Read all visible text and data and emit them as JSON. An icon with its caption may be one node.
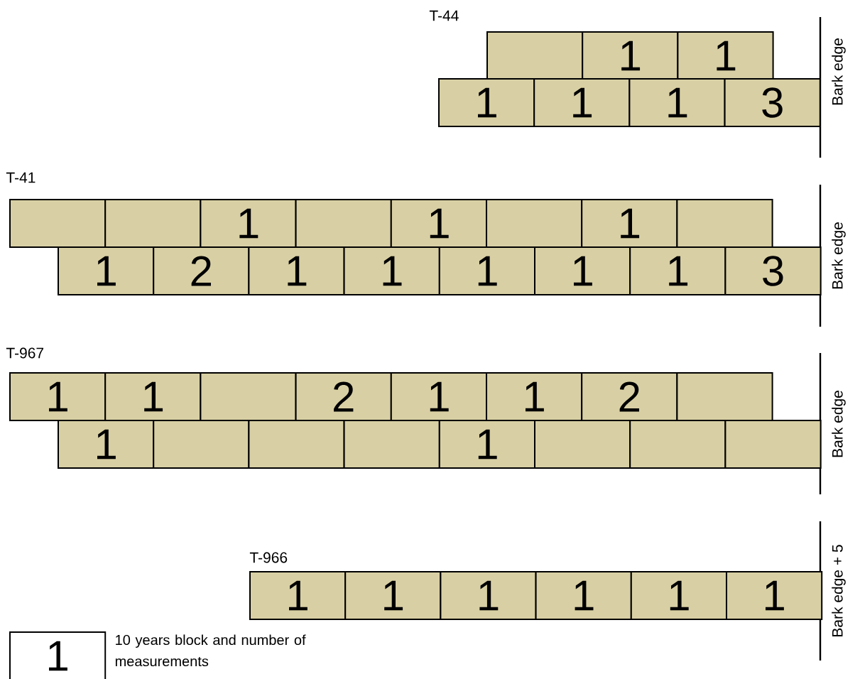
{
  "diagram": {
    "nodes": [
      {
        "text": [],
        "shape": "box"
      },
      {
        "text": [
          "1"
        ]
      },
      {
        "text": [
          "1"
        ]
      },
      {
        "text": [
          "1"
        ]
      },
      {
        "text": [
          "1"
        ]
      },
      {
        "text": [
          "1"
        ]
      },
      {
        "text": [
          "3"
        ]
      },
      {
        "text": [],
        "shape": "box"
      },
      {
        "text": [],
        "shape": "box"
      },
      {
        "text": [
          "1"
        ]
      },
      {
        "text": [],
        "shape": "box"
      },
      {
        "text": [
          "1"
        ]
      },
      {
        "text": [],
        "shape": "box"
      },
      {
        "text": [
          "1"
        ]
      },
      {
        "text": [],
        "shape": "box"
      },
      {
        "text": [
          "1"
        ]
      },
      {
        "text": [
          "2"
        ]
      },
      {
        "text": [
          "1"
        ]
      },
      {
        "text": [
          "1"
        ]
      },
      {
        "text": [
          "1"
        ]
      },
      {
        "text": [
          "1"
        ]
      },
      {
        "text": [
          "1"
        ]
      },
      {
        "text": [
          "3"
        ]
      },
      {
        "text": [
          "1"
        ]
      },
      {
        "text": [
          "1"
        ]
      },
      {
        "text": [],
        "shape": "box"
      },
      {
        "text": [
          "2"
        ]
      },
      {
        "text": [
          "1"
        ]
      },
      {
        "text": [
          "1"
        ]
      },
      {
        "text": [
          "2"
        ]
      },
      {
        "text": [],
        "shape": "box"
      },
      {
        "text": [
          "1"
        ]
      },
      {
        "text": [],
        "shape": "box"
      },
      {
        "text": [],
        "shape": "box"
      },
      {
        "text": [],
        "shape": "box"
      },
      {
        "text": [
          "1"
        ]
      },
      {
        "text": [],
        "shape": "box"
      },
      {
        "text": [],
        "shape": "box"
      },
      {
        "text": [],
        "shape": "box"
      },
      {
        "text": [
          "1"
        ]
      },
      {
        "text": [
          "1"
        ]
      },
      {
        "text": [
          "1"
        ]
      },
      {
        "text": [
          "1"
        ]
      },
      {
        "text": [
          "1"
        ]
      },
      {
        "text": [
          "1"
        ]
      },
      {
        "text": [
          "1"
        ],
        "beside": [
          "10 years block and number of measurements"
        ]
      }
    ],
    "labels": [
      "T-44",
      "Bark edge",
      "T-41",
      "Bark edge",
      "T-967",
      "Bark edge",
      "T-966",
      "Bark edge + 5"
    ]
  }
}
